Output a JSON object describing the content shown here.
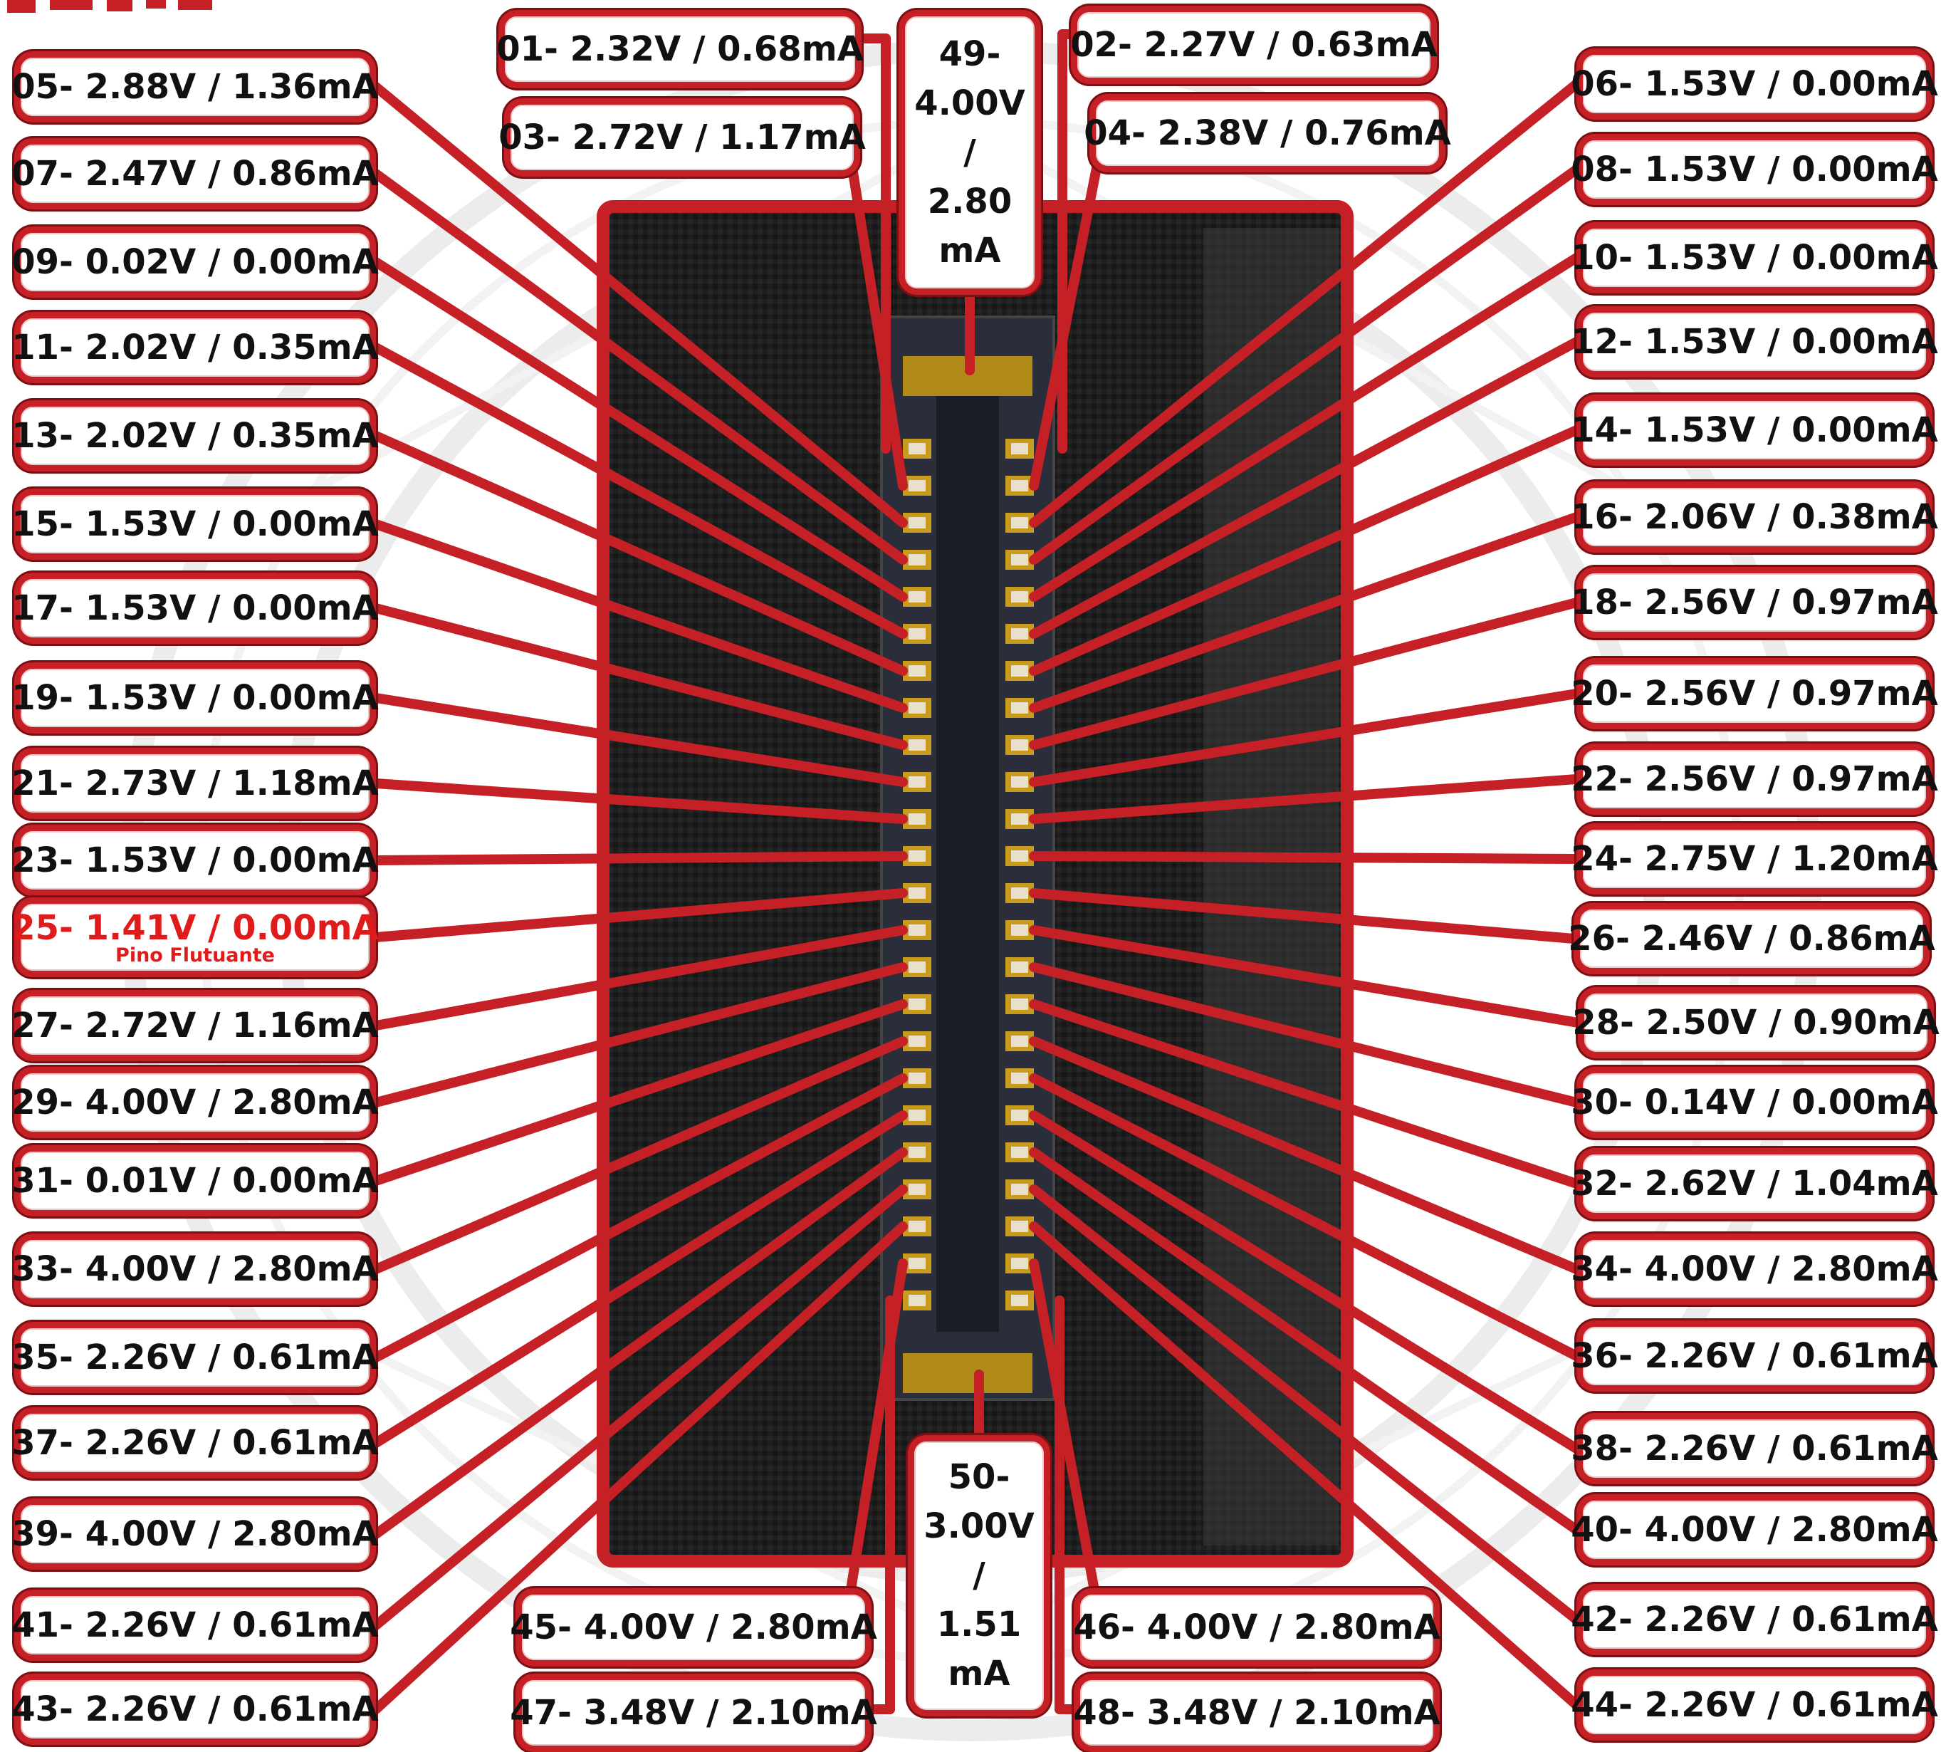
{
  "colors": {
    "accent": "#c42026",
    "board": "#1c1c1c",
    "connector": "#2a2d3a",
    "pad": "#c89a1e",
    "highlight_text": "#e01b1b"
  },
  "center_pins": {
    "top": {
      "line1": "49-",
      "line2": "4.00V",
      "line3": "/",
      "line4": "2.80",
      "line5": "mA"
    },
    "bottom": {
      "line1": "50-",
      "line2": "3.00V",
      "line3": "/",
      "line4": "1.51",
      "line5": "mA"
    }
  },
  "pins": [
    {
      "text": "01- 2.32V / 0.68mA"
    },
    {
      "text": "02- 2.27V / 0.63mA"
    },
    {
      "text": "03- 2.72V / 1.17mA"
    },
    {
      "text": "04- 2.38V / 0.76mA"
    },
    {
      "text": "05- 2.88V / 1.36mA"
    },
    {
      "text": "06- 1.53V / 0.00mA"
    },
    {
      "text": "07- 2.47V / 0.86mA"
    },
    {
      "text": "08- 1.53V / 0.00mA"
    },
    {
      "text": "09- 0.02V / 0.00mA"
    },
    {
      "text": "10- 1.53V / 0.00mA"
    },
    {
      "text": "11- 2.02V / 0.35mA"
    },
    {
      "text": "12- 1.53V / 0.00mA"
    },
    {
      "text": "13- 2.02V / 0.35mA"
    },
    {
      "text": "14- 1.53V / 0.00mA"
    },
    {
      "text": "15- 1.53V / 0.00mA"
    },
    {
      "text": "16- 2.06V / 0.38mA"
    },
    {
      "text": "17- 1.53V / 0.00mA"
    },
    {
      "text": "18- 2.56V / 0.97mA"
    },
    {
      "text": "19- 1.53V / 0.00mA"
    },
    {
      "text": "20- 2.56V / 0.97mA"
    },
    {
      "text": "21- 2.73V / 1.18mA"
    },
    {
      "text": "22- 2.56V / 0.97mA"
    },
    {
      "text": "23- 1.53V / 0.00mA"
    },
    {
      "text": "24- 2.75V / 1.20mA"
    },
    {
      "text": "25- 1.41V / 0.00mA",
      "note": "Pino Flutuante"
    },
    {
      "text": "26- 2.46V / 0.86mA"
    },
    {
      "text": "27- 2.72V / 1.16mA"
    },
    {
      "text": "28- 2.50V / 0.90mA"
    },
    {
      "text": "29- 4.00V / 2.80mA"
    },
    {
      "text": "30- 0.14V / 0.00mA"
    },
    {
      "text": "31- 0.01V / 0.00mA"
    },
    {
      "text": "32- 2.62V / 1.04mA"
    },
    {
      "text": "33- 4.00V / 2.80mA"
    },
    {
      "text": "34- 4.00V / 2.80mA"
    },
    {
      "text": "35- 2.26V / 0.61mA"
    },
    {
      "text": "36- 2.26V / 0.61mA"
    },
    {
      "text": "37- 2.26V / 0.61mA"
    },
    {
      "text": "38- 2.26V / 0.61mA"
    },
    {
      "text": "39- 4.00V / 2.80mA"
    },
    {
      "text": "40- 4.00V / 2.80mA"
    },
    {
      "text": "41- 2.26V / 0.61mA"
    },
    {
      "text": "42- 2.26V / 0.61mA"
    },
    {
      "text": "43- 2.26V / 0.61mA"
    },
    {
      "text": "44- 2.26V / 0.61mA"
    },
    {
      "text": "45- 4.00V / 2.80mA"
    },
    {
      "text": "46- 4.00V / 2.80mA"
    },
    {
      "text": "47- 3.48V / 2.10mA"
    },
    {
      "text": "48- 3.48V / 2.10mA"
    }
  ]
}
